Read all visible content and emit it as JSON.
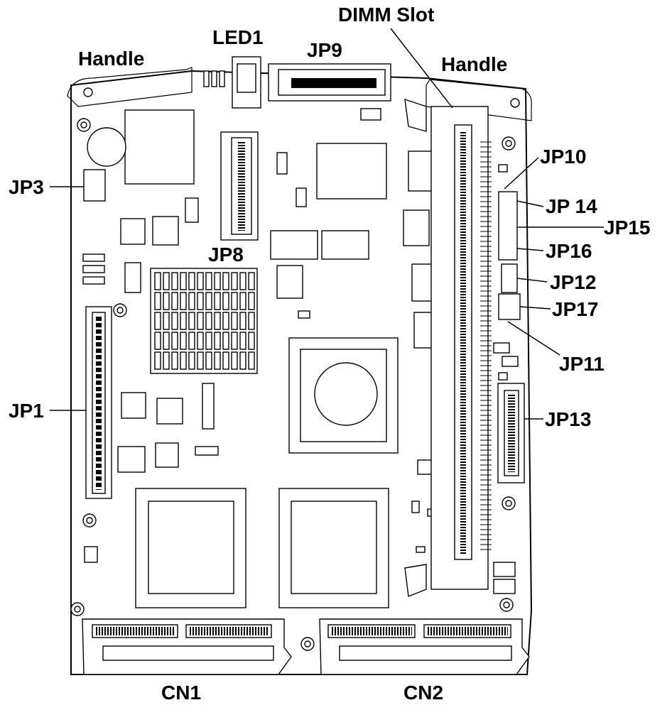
{
  "diagram": {
    "labels": {
      "handle_left": "Handle",
      "handle_right": "Handle",
      "led1": "LED1",
      "jp9": "JP9",
      "dimm_slot": "DIMM Slot",
      "jp10": "JP10",
      "jp14": "JP 14",
      "jp15": "JP15",
      "jp16": "JP16",
      "jp12": "JP12",
      "jp17": "JP17",
      "jp11": "JP11",
      "jp13": "JP13",
      "jp3": "JP3",
      "jp8": "JP8",
      "jp1": "JP1",
      "cn1": "CN1",
      "cn2": "CN2"
    }
  }
}
